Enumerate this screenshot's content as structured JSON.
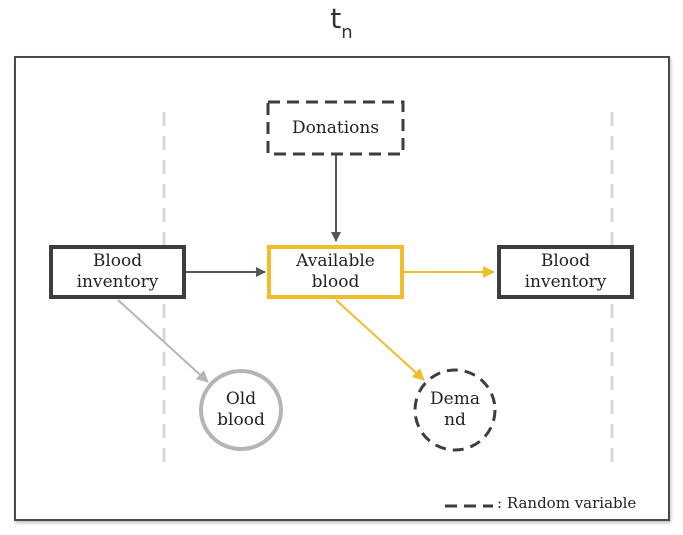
{
  "title": {
    "base": "t",
    "subscript": "n"
  },
  "nodes": {
    "donations": "Donations",
    "blood_inventory_left": [
      "Blood",
      "inventory"
    ],
    "available_blood": [
      "Available",
      "blood"
    ],
    "blood_inventory_right": [
      "Blood",
      "inventory"
    ],
    "old_blood": [
      "Old",
      "blood"
    ],
    "demand": [
      "Dema",
      "nd"
    ]
  },
  "legend": {
    "random_variable_label": ": Random variable"
  },
  "colors": {
    "dark": "#3d3d3d",
    "yellow": "#f0bd2c",
    "gray": "#b5b5b5",
    "dashed_guide": "#d9d9d9"
  }
}
